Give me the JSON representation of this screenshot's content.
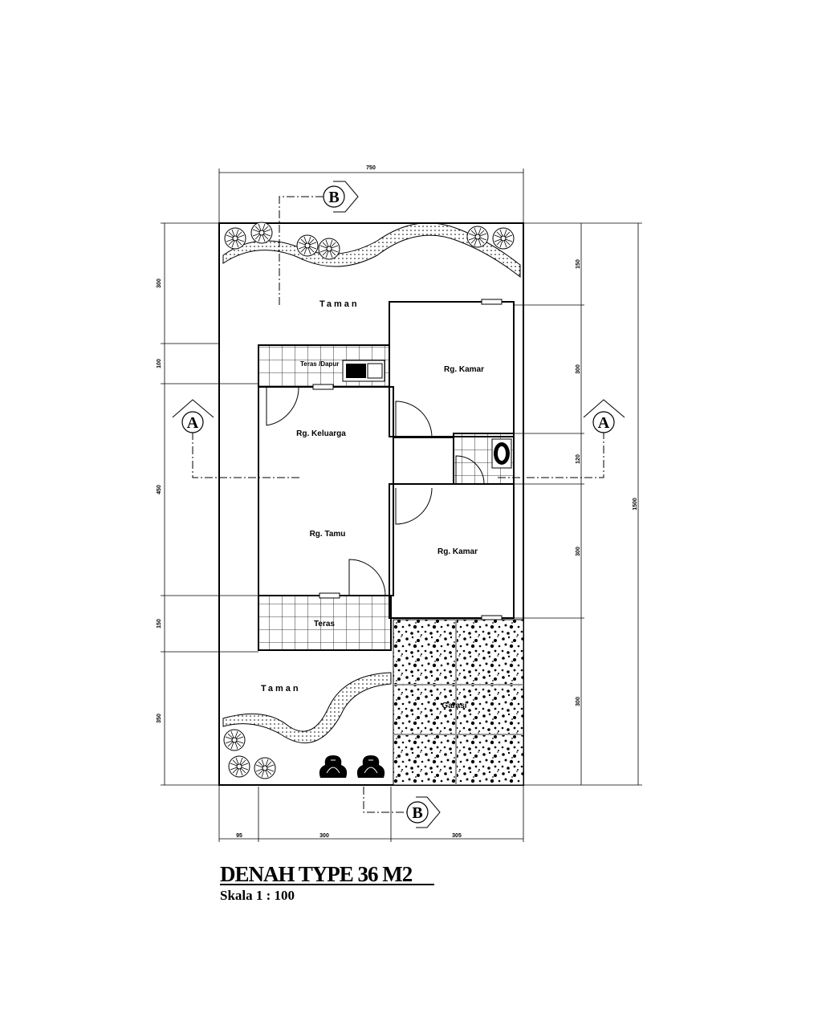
{
  "drawing": {
    "title": "DENAH TYPE 36 M2",
    "scale": "Skala  1 : 100"
  },
  "rooms": {
    "taman_top": "Taman",
    "teras_dapur": "Teras /Dapur",
    "kamar_1": "Rg. Kamar",
    "keluarga": "Rg. Keluarga",
    "tamu": "Rg. Tamu",
    "kamar_2": "Rg. Kamar",
    "teras": "Teras",
    "taman_bottom": "Taman",
    "garasi": "Garasi"
  },
  "dimensions": {
    "top_total": "750",
    "left": [
      "300",
      "100",
      "450",
      "150",
      "350"
    ],
    "right": [
      "150",
      "300",
      "120",
      "300",
      "300"
    ],
    "right_total": "1500",
    "bottom": [
      "95",
      "300",
      "305"
    ]
  },
  "section_marks": {
    "a": "A",
    "b": "B"
  }
}
